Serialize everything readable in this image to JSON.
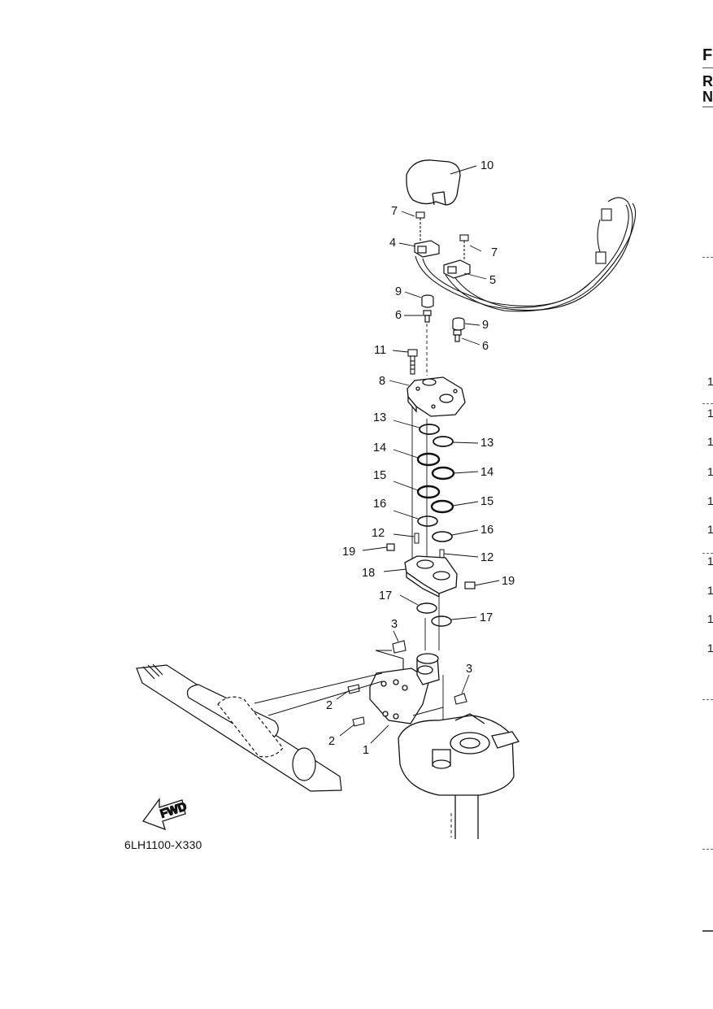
{
  "diagram": {
    "ref_code": "6LH1100-X330",
    "fwd_label": "FWD",
    "callouts": {
      "c10": "10",
      "c7a": "7",
      "c7b": "7",
      "c4": "4",
      "c5": "5",
      "c9a": "9",
      "c9b": "9",
      "c6a": "6",
      "c6b": "6",
      "c11": "11",
      "c8": "8",
      "c13a": "13",
      "c13b": "13",
      "c14a": "14",
      "c14b": "14",
      "c15a": "15",
      "c15b": "15",
      "c16a": "16",
      "c16b": "16",
      "c12a": "12",
      "c12b": "12",
      "c19a": "19",
      "c19b": "19",
      "c18": "18",
      "c17a": "17",
      "c17b": "17",
      "c3a": "3",
      "c3b": "3",
      "c2a": "2",
      "c2b": "2",
      "c1": "1"
    }
  },
  "right_edge": {
    "letters": [
      "F",
      "R",
      "N"
    ],
    "numbers": [
      "1",
      "1",
      "1",
      "1",
      "1",
      "1",
      "1",
      "1",
      "1",
      "1"
    ]
  }
}
